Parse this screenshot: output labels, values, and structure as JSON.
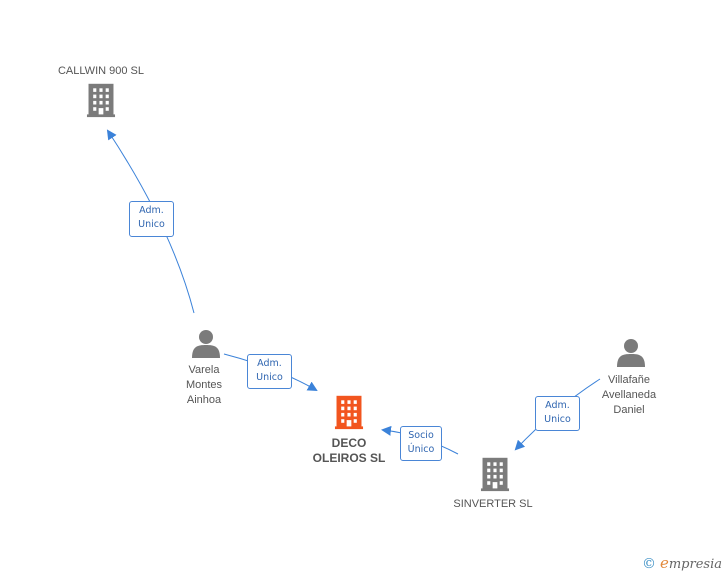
{
  "colors": {
    "edge": "#3b82d9",
    "node": "#7b7b7b",
    "focus_node": "#f2551f",
    "label_border": "#4a86d6"
  },
  "nodes": {
    "callwin": {
      "label": "CALLWIN 900 SL",
      "icon": "building-icon"
    },
    "varela": {
      "label_lines": [
        "Varela",
        "Montes",
        "Ainhoa"
      ],
      "icon": "person-icon"
    },
    "deco": {
      "label_lines": [
        "DECO",
        "OLEIROS SL"
      ],
      "icon": "building-icon"
    },
    "sinverter": {
      "label": "SINVERTER SL",
      "icon": "building-icon"
    },
    "villafane": {
      "label_lines": [
        "Villafañe",
        "Avellaneda",
        "Daniel"
      ],
      "icon": "person-icon"
    }
  },
  "edges": [
    {
      "from": "varela",
      "to": "callwin",
      "label_lines": [
        "Adm.",
        "Unico"
      ]
    },
    {
      "from": "varela",
      "to": "deco",
      "label_lines": [
        "Adm.",
        "Unico"
      ]
    },
    {
      "from": "sinverter",
      "to": "deco",
      "label_lines": [
        "Socio",
        "Único"
      ]
    },
    {
      "from": "villafane",
      "to": "sinverter",
      "label_lines": [
        "Adm.",
        "Unico"
      ]
    }
  ],
  "brand": {
    "copyright": "©",
    "initial": "e",
    "name": "mpresia"
  }
}
